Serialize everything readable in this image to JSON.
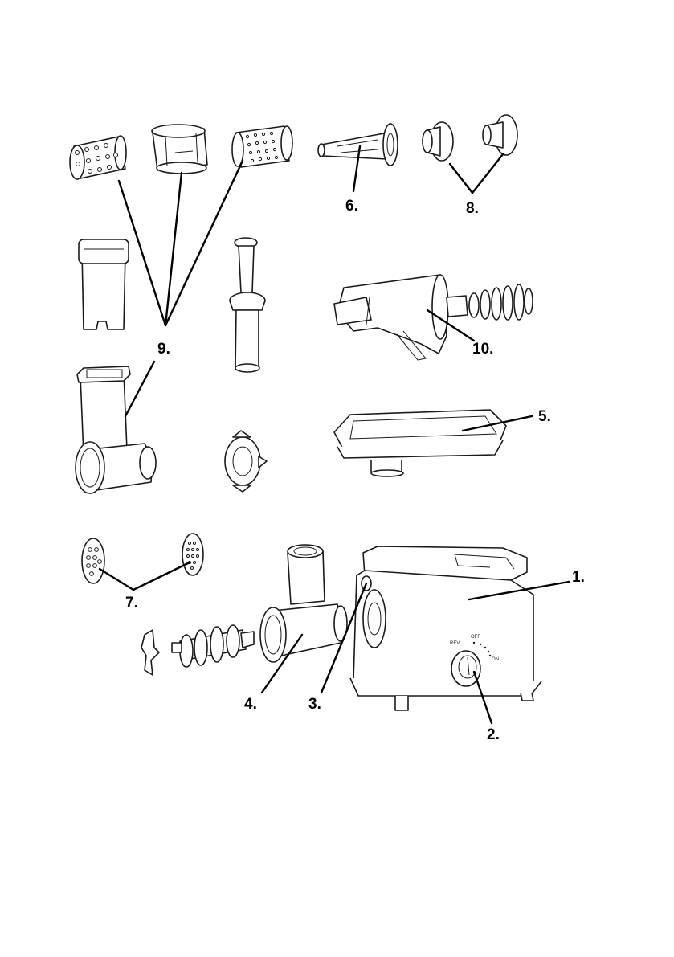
{
  "labels": {
    "main_unit": "1.",
    "speed_knob": "2.",
    "reverse_button": "3.",
    "grinder_head": "4.",
    "tray": "5.",
    "sausage_nozzle": "6.",
    "mincing_plates": "7.",
    "kibbe_attachment": "8.",
    "slicer_drums": "9.",
    "juicer_attachment": "10."
  },
  "knob_marks": {
    "rev": "REV",
    "off": "OFF",
    "on": "ON"
  }
}
